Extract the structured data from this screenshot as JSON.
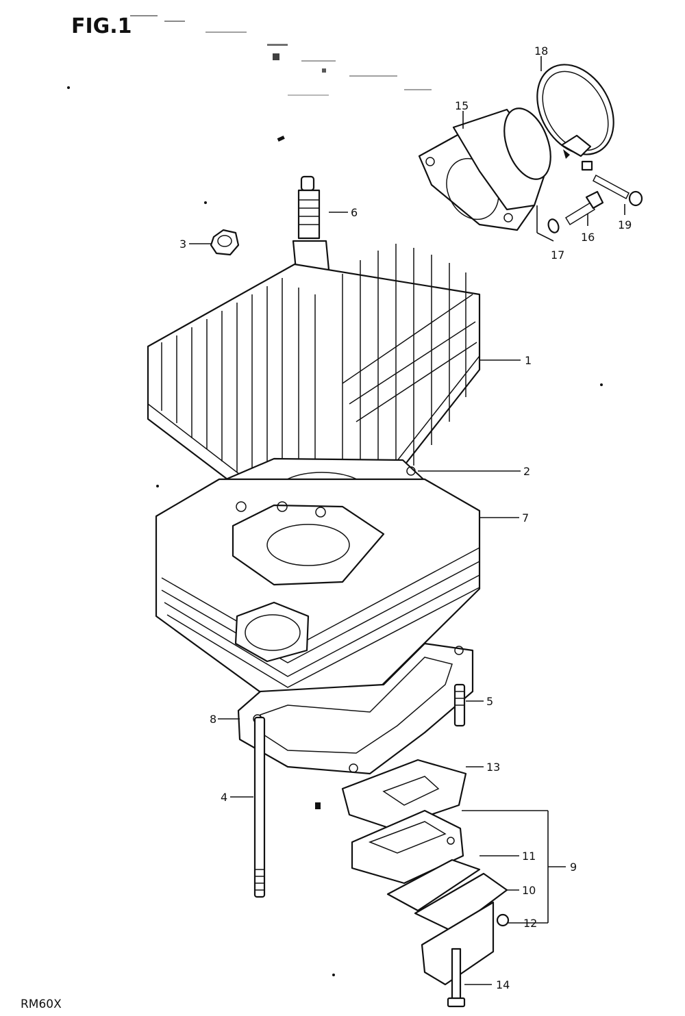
{
  "figure": {
    "title": "FIG.1",
    "model": "RM60X"
  },
  "callouts": [
    {
      "id": "1",
      "label": "1"
    },
    {
      "id": "2",
      "label": "2"
    },
    {
      "id": "3",
      "label": "3"
    },
    {
      "id": "4",
      "label": "4"
    },
    {
      "id": "5",
      "label": "5"
    },
    {
      "id": "6",
      "label": "6"
    },
    {
      "id": "7",
      "label": "7"
    },
    {
      "id": "8",
      "label": "8"
    },
    {
      "id": "9",
      "label": "9"
    },
    {
      "id": "10",
      "label": "10"
    },
    {
      "id": "11",
      "label": "11"
    },
    {
      "id": "12",
      "label": "12"
    },
    {
      "id": "13",
      "label": "13"
    },
    {
      "id": "14",
      "label": "14"
    },
    {
      "id": "15",
      "label": "15"
    },
    {
      "id": "16",
      "label": "16"
    },
    {
      "id": "17",
      "label": "17"
    },
    {
      "id": "18",
      "label": "18"
    },
    {
      "id": "19",
      "label": "19"
    }
  ],
  "parts": [
    {
      "callout": "1",
      "name": "cylinder-head",
      "icon": "cylinder-head-icon"
    },
    {
      "callout": "2",
      "name": "head-gasket",
      "icon": "gasket-icon"
    },
    {
      "callout": "3",
      "name": "head-nut",
      "icon": "nut-icon"
    },
    {
      "callout": "4",
      "name": "long-stud",
      "icon": "stud-icon"
    },
    {
      "callout": "5",
      "name": "short-stud",
      "icon": "stud-icon"
    },
    {
      "callout": "6",
      "name": "spark-plug",
      "icon": "spark-plug-icon"
    },
    {
      "callout": "7",
      "name": "cylinder",
      "icon": "cylinder-icon"
    },
    {
      "callout": "8",
      "name": "base-gasket",
      "icon": "gasket-icon"
    },
    {
      "callout": "9",
      "name": "reed-valve-assembly",
      "icon": "reed-valve-icon"
    },
    {
      "callout": "10",
      "name": "reed-stopper",
      "icon": "plate-icon"
    },
    {
      "callout": "11",
      "name": "reed-petal",
      "icon": "plate-icon"
    },
    {
      "callout": "12",
      "name": "reed-screw",
      "icon": "screw-icon"
    },
    {
      "callout": "13",
      "name": "reed-gasket",
      "icon": "gasket-icon"
    },
    {
      "callout": "14",
      "name": "bolt",
      "icon": "bolt-icon"
    },
    {
      "callout": "15",
      "name": "intake-pipe",
      "icon": "intake-pipe-icon"
    },
    {
      "callout": "16",
      "name": "intake-bolt",
      "icon": "bolt-icon"
    },
    {
      "callout": "17",
      "name": "washer",
      "icon": "washer-icon"
    },
    {
      "callout": "18",
      "name": "clamp",
      "icon": "clamp-icon"
    },
    {
      "callout": "19",
      "name": "clamp-screw",
      "icon": "screw-icon"
    }
  ]
}
